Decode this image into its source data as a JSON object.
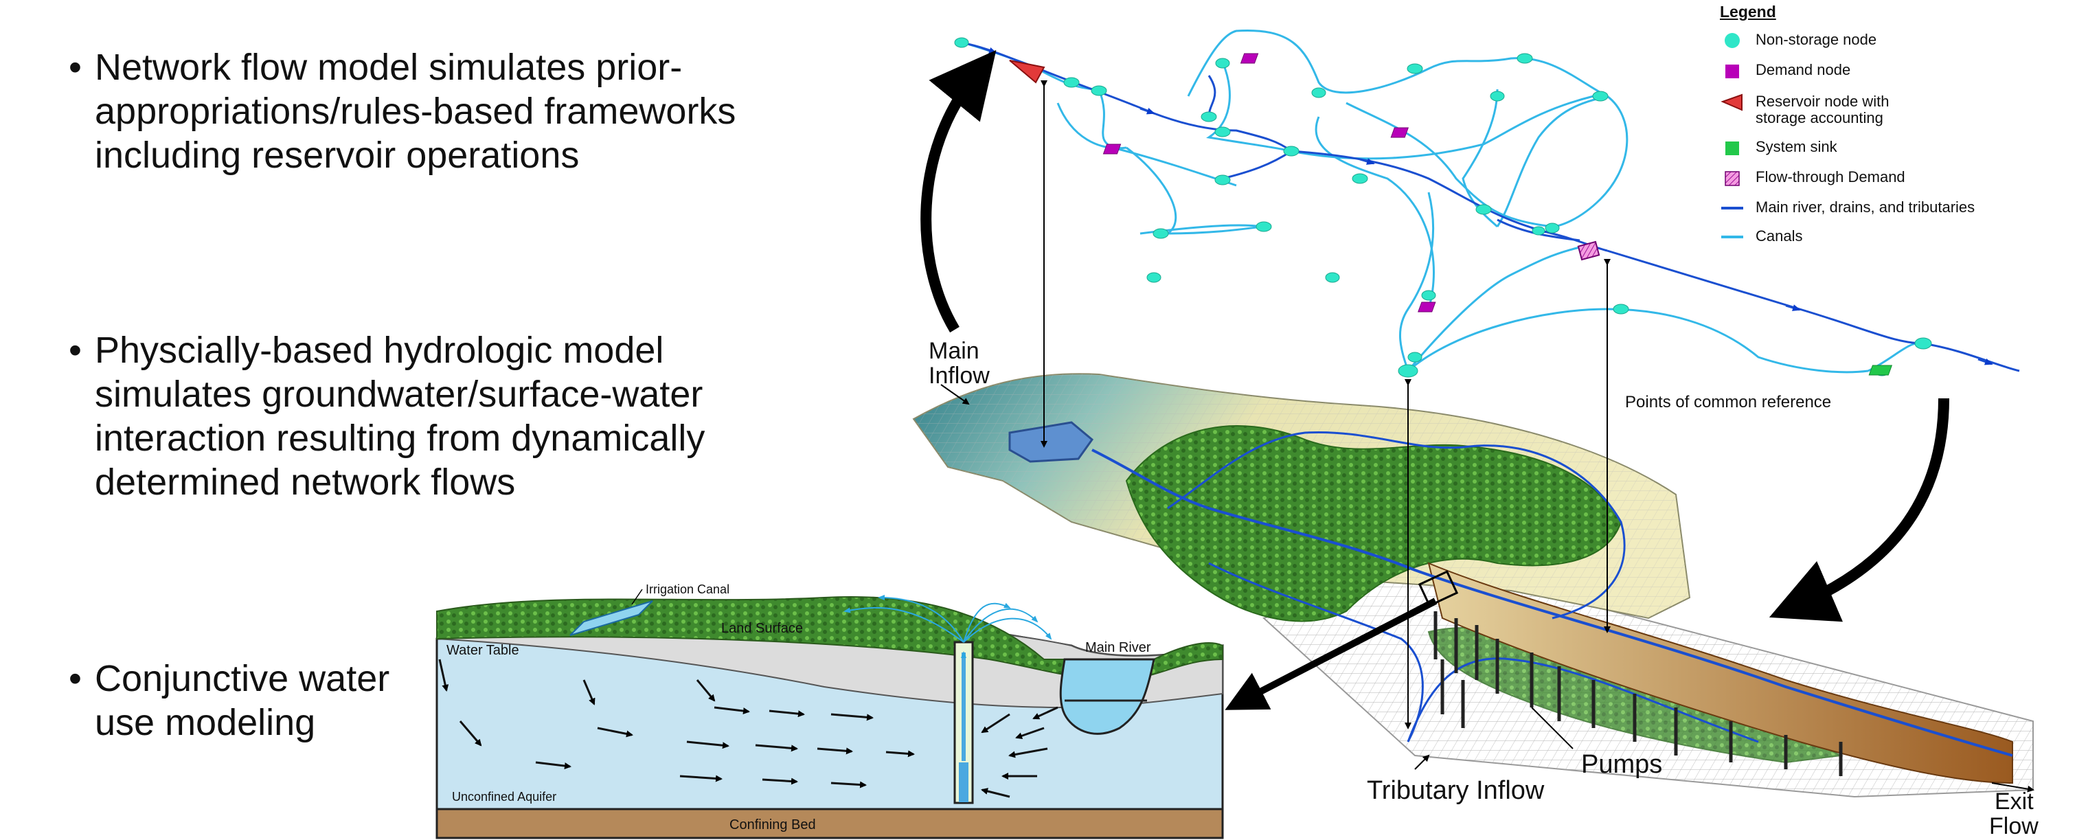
{
  "bullets": [
    {
      "lines": [
        "Network flow model simulates prior-",
        "appropriations/rules-based frameworks",
        "including reservoir operations"
      ]
    },
    {
      "lines": [
        "Physcially-based hydrologic model",
        "simulates groundwater/surface-water",
        "interaction resulting from dynamically",
        "determined network flows"
      ]
    },
    {
      "lines": [
        "Conjunctive water",
        "use modeling"
      ]
    }
  ],
  "legend": {
    "title": "Legend",
    "items": [
      {
        "label": "Non-storage node",
        "symbol": "cyan-circle"
      },
      {
        "label": "Demand node",
        "symbol": "magenta-square"
      },
      {
        "label": "Reservoir node with",
        "label2": "storage accounting",
        "symbol": "red-triangle"
      },
      {
        "label": "System sink",
        "symbol": "green-square"
      },
      {
        "label": "Flow-through Demand",
        "symbol": "hatched-square"
      },
      {
        "label": "Main river, drains, and tributaries",
        "symbol": "blue-line"
      },
      {
        "label": "Canals",
        "symbol": "lightblue-line"
      }
    ]
  },
  "labels": {
    "main_inflow_1": "Main",
    "main_inflow_2": "Inflow",
    "points_common": "Points of common reference",
    "tributary_inflow": "Tributary Inflow",
    "pumps": "Pumps",
    "exit_1": "Exit",
    "exit_2": "Flow"
  },
  "cross_section": {
    "irrigation_canal": "Irrigation Canal",
    "land_surface": "Land Surface",
    "water_table": "Water Table",
    "main_river": "Main River",
    "unconfined_aquifer": "Unconfined Aquifer",
    "confining_bed": "Confining Bed"
  },
  "colors": {
    "cyan_node": "#2fe6c8",
    "demand": "#b800b8",
    "reservoir": "#e23a3a",
    "sink": "#22c84a",
    "main_river": "#1a4fd0",
    "canal": "#33b8e8",
    "aquifer": "#c7e4f2",
    "confining_bed": "#b5895a",
    "vegetation": "#3f8a2e"
  }
}
